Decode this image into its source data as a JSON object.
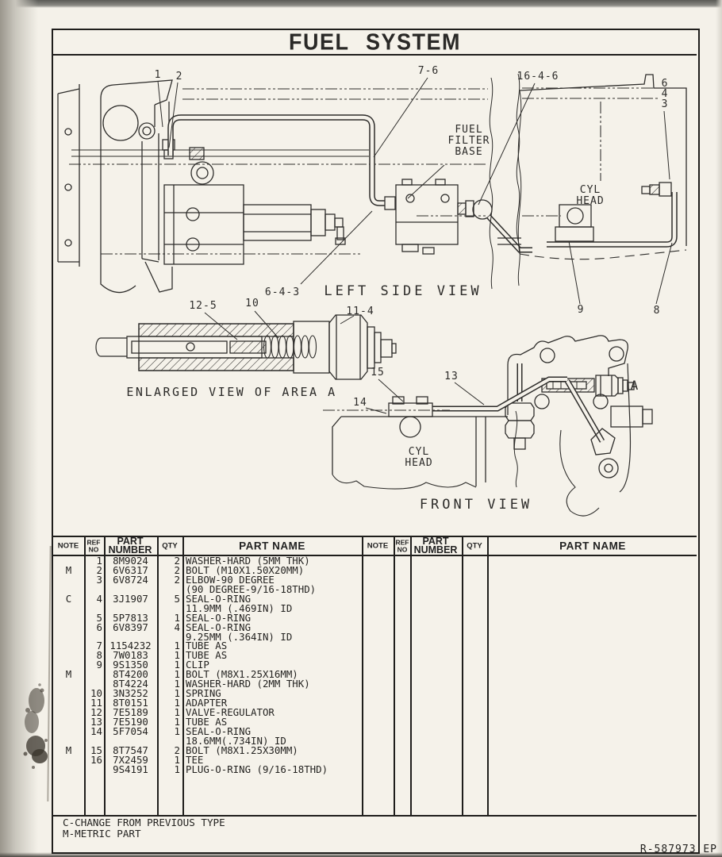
{
  "page": {
    "title": "FUEL SYSTEM",
    "doc_ref": "R-587973 EP"
  },
  "diagram": {
    "left_side_view": {
      "caption": "LEFT SIDE VIEW",
      "fuel_filter_base_label": "FUEL\nFILTER\nBASE",
      "cyl_head_label": "CYL\nHEAD",
      "callouts": {
        "c1": "1",
        "c2": "2",
        "c76": "7-6",
        "c1646": "16-4-6",
        "c6": "6",
        "c4": "4",
        "c3": "3",
        "c643": "6-4-3",
        "c9": "9",
        "c8": "8"
      }
    },
    "enlarged_view": {
      "caption": "ENLARGED VIEW OF AREA A",
      "callouts": {
        "c125": "12-5",
        "c10": "10",
        "c114": "11-4"
      }
    },
    "front_view": {
      "caption": "FRONT VIEW",
      "cyl_head_label": "CYL\nHEAD",
      "callouts": {
        "c15": "15",
        "c13": "13",
        "c14": "14",
        "cA": "A"
      }
    }
  },
  "parts_table": {
    "headers": {
      "note": "NOTE",
      "ref": "REF\nNO",
      "part_number": "PART\nNUMBER",
      "qty": "QTY",
      "part_name": "PART NAME"
    },
    "rows": [
      {
        "note": "",
        "ref": "1",
        "part_number": "8M9024",
        "qty": "2",
        "part_name": "WASHER-HARD (5MM THK)"
      },
      {
        "note": "M",
        "ref": "2",
        "part_number": "6V6317",
        "qty": "2",
        "part_name": "BOLT (M10X1.50X20MM)"
      },
      {
        "note": "",
        "ref": "3",
        "part_number": "6V8724",
        "qty": "2",
        "part_name": "ELBOW-90 DEGREE"
      },
      {
        "note": "",
        "ref": "",
        "part_number": "",
        "qty": "",
        "part_name": "(90 DEGREE-9/16-18THD)"
      },
      {
        "note": "C",
        "ref": "4",
        "part_number": "3J1907",
        "qty": "5",
        "part_name": "SEAL-O-RING"
      },
      {
        "note": "",
        "ref": "",
        "part_number": "",
        "qty": "",
        "part_name": "11.9MM (.469IN) ID"
      },
      {
        "note": "",
        "ref": "5",
        "part_number": "5P7813",
        "qty": "1",
        "part_name": "SEAL-O-RING"
      },
      {
        "note": "",
        "ref": "6",
        "part_number": "6V8397",
        "qty": "4",
        "part_name": "SEAL-O-RING"
      },
      {
        "note": "",
        "ref": "",
        "part_number": "",
        "qty": "",
        "part_name": "9.25MM (.364IN) ID"
      },
      {
        "note": "",
        "ref": "7",
        "part_number": "1154232",
        "qty": "1",
        "part_name": "TUBE AS"
      },
      {
        "note": "",
        "ref": "8",
        "part_number": "7W0183",
        "qty": "1",
        "part_name": "TUBE AS"
      },
      {
        "note": "",
        "ref": "9",
        "part_number": "9S1350",
        "qty": "1",
        "part_name": "CLIP"
      },
      {
        "note": "M",
        "ref": "",
        "part_number": "8T4200",
        "qty": "1",
        "part_name": "BOLT (M8X1.25X16MM)"
      },
      {
        "note": "",
        "ref": "",
        "part_number": "8T4224",
        "qty": "1",
        "part_name": "WASHER-HARD (2MM THK)"
      },
      {
        "note": "",
        "ref": "10",
        "part_number": "3N3252",
        "qty": "1",
        "part_name": "SPRING"
      },
      {
        "note": "",
        "ref": "11",
        "part_number": "8T0151",
        "qty": "1",
        "part_name": "ADAPTER"
      },
      {
        "note": "",
        "ref": "12",
        "part_number": "7E5189",
        "qty": "1",
        "part_name": "VALVE-REGULATOR"
      },
      {
        "note": "",
        "ref": "13",
        "part_number": "7E5190",
        "qty": "1",
        "part_name": "TUBE AS"
      },
      {
        "note": "",
        "ref": "14",
        "part_number": "5F7054",
        "qty": "1",
        "part_name": "SEAL-O-RING"
      },
      {
        "note": "",
        "ref": "",
        "part_number": "",
        "qty": "",
        "part_name": "18.6MM(.734IN) ID"
      },
      {
        "note": "M",
        "ref": "15",
        "part_number": "8T7547",
        "qty": "2",
        "part_name": "BOLT (M8X1.25X30MM)"
      },
      {
        "note": "",
        "ref": "16",
        "part_number": "7X2459",
        "qty": "1",
        "part_name": "TEE"
      },
      {
        "note": "",
        "ref": "",
        "part_number": "9S4191",
        "qty": "1",
        "part_name": "PLUG-O-RING (9/16-18THD)"
      }
    ],
    "right_rows": []
  },
  "footnotes": [
    "C-CHANGE FROM PREVIOUS TYPE",
    "M-METRIC PART"
  ]
}
